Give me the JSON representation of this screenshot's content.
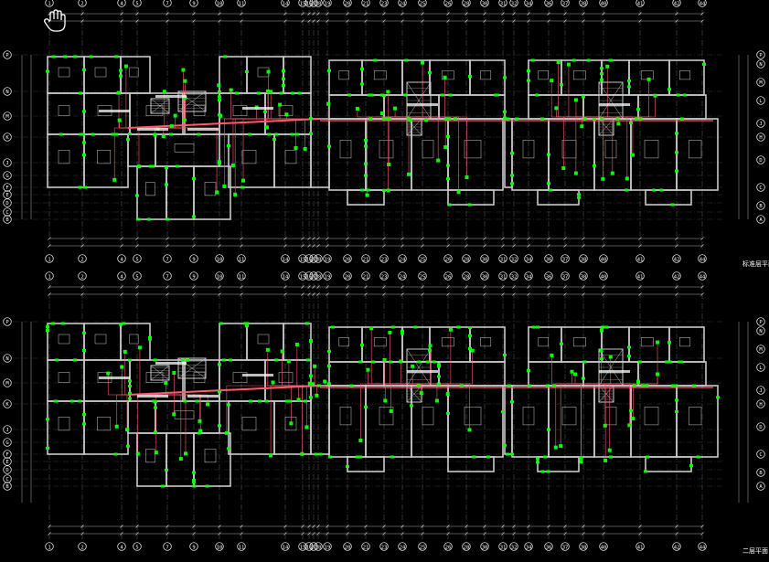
{
  "app": {
    "view": "CAD drawing viewport",
    "background_color": "#000000"
  },
  "colors": {
    "wall": "#c8c8c8",
    "grid_line": "#ffffff",
    "axis_bubble": "#ffffff",
    "wire": "#ff5a6e",
    "device": "#00ff00",
    "dimension": "#d0d0d0",
    "cursor": "#ffffff"
  },
  "axis_labels_top": [
    "1",
    "2",
    "4",
    "5",
    "7",
    "9",
    "10",
    "11",
    "14",
    "15",
    "16",
    "17",
    "18",
    "19",
    "20",
    "21",
    "23",
    "24",
    "25",
    "26",
    "28",
    "30",
    "31",
    "32",
    "34",
    "36",
    "37",
    "38",
    "40",
    "41",
    "42",
    "44"
  ],
  "axis_labels_left": [
    "P",
    "N",
    "M",
    "K",
    "J",
    "G",
    "F",
    "E",
    "D",
    "C",
    "B",
    "A"
  ],
  "axis_labels_right": [
    "P",
    "N",
    "M",
    "L",
    "J",
    "H",
    "D",
    "C",
    "B",
    "A"
  ],
  "plans": [
    {
      "id": "upper",
      "title": "标准层平面"
    },
    {
      "id": "lower",
      "title": "二层平面"
    }
  ],
  "icons": {
    "cursor": "hand-pan-cursor-icon"
  }
}
